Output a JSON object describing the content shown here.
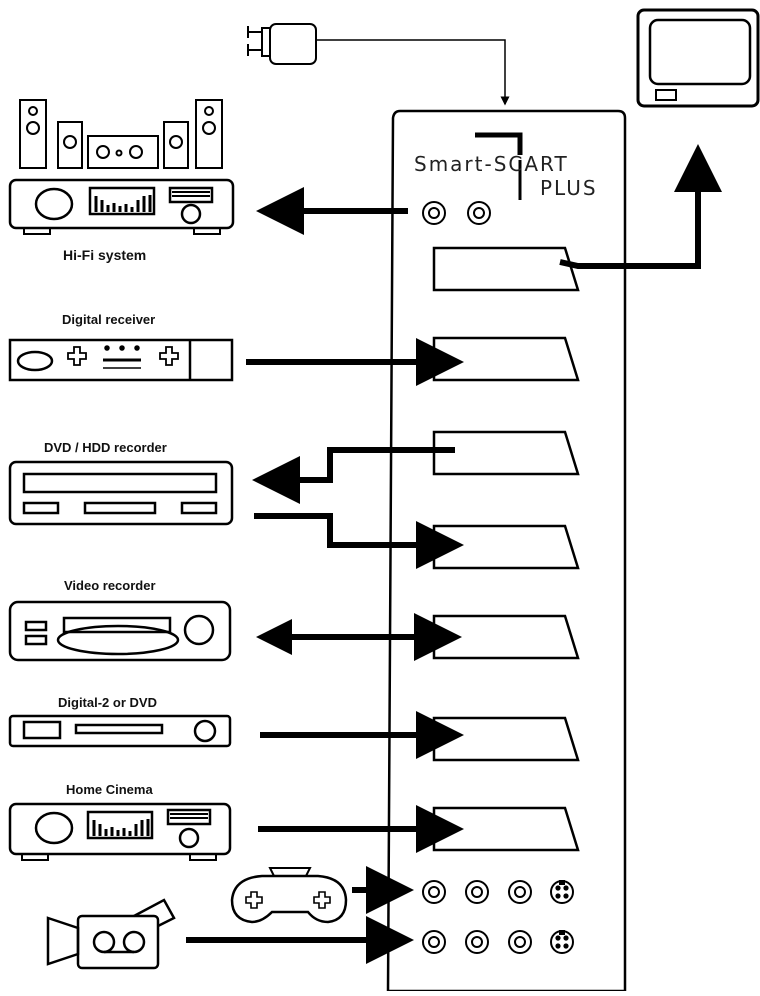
{
  "hub": {
    "brand_line1": "Smart-SCART",
    "brand_line2": "PLUS"
  },
  "devices": [
    {
      "id": "hifi",
      "label": "Hi-Fi system"
    },
    {
      "id": "digital-receiver",
      "label": "Digital receiver"
    },
    {
      "id": "dvd-hdd",
      "label": "DVD / HDD recorder"
    },
    {
      "id": "video-recorder",
      "label": "Video recorder"
    },
    {
      "id": "digital2-dvd",
      "label": "Digital-2 or DVD"
    },
    {
      "id": "home-cinema",
      "label": "Home Cinema"
    }
  ],
  "icons": [
    "power-adapter-icon",
    "television-icon",
    "speakers-icon",
    "game-controller-icon",
    "camcorder-icon"
  ]
}
